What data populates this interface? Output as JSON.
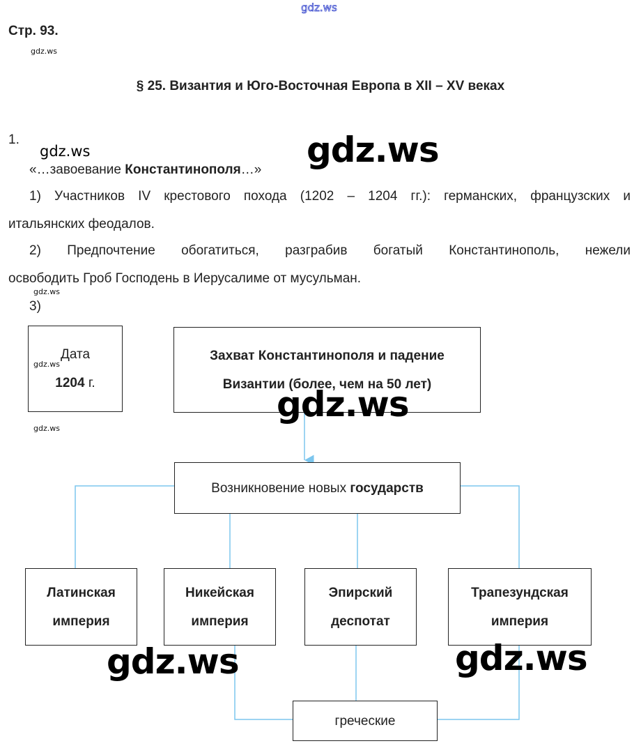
{
  "watermark": "gdz.ws",
  "page_label": "Стр. 93.",
  "heading": "§ 25. Византия и Юго-Восточная Европа в XII – XV веках",
  "task_number": "1.",
  "quote_prefix": "«…завоевание ",
  "quote_bold": "Константинополя",
  "quote_suffix": "…»",
  "answer1_line1": "1) Участников IV крестового похода (1202 – 1204 гг.): германских, французских и",
  "answer1_line2": "итальянских феодалов.",
  "answer2_line1": "2) Предпочтение обогатиться, разграбив богатый Константинополь, нежели",
  "answer2_line2": "освободить Гроб Господень в Иерусалиме от мусульман.",
  "answer3_label": "3)",
  "diagram": {
    "date_label": "Дата",
    "date_value": "1204",
    "date_suffix": " г.",
    "event_line1": "Захват Константинополя и падение",
    "event_line2": "Византии (более, чем на 50 лет)",
    "result_text": "Возникновение новых ",
    "result_bold": "государств",
    "states": [
      {
        "line1": "Латинская",
        "line2": "империя"
      },
      {
        "line1": "Никейская",
        "line2": "империя"
      },
      {
        "line1": "Эпирский",
        "line2": "деспотат"
      },
      {
        "line1": "Трапезундская",
        "line2": "империя"
      }
    ],
    "group_label": "греческие",
    "connector_color": "#7cc6ee"
  }
}
